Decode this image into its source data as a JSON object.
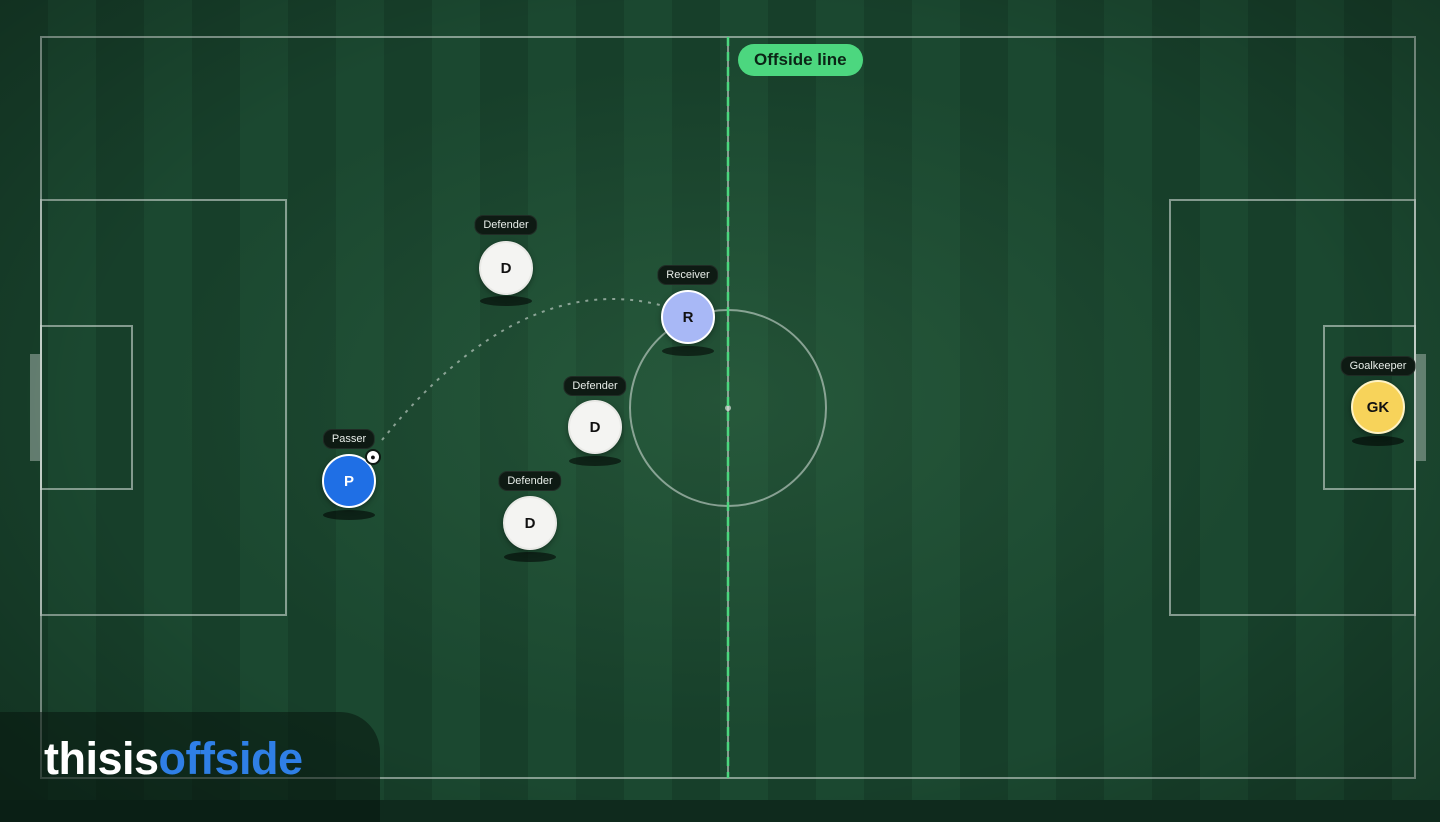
{
  "offside_line": {
    "label": "Offside line",
    "color": "#4cd77f"
  },
  "players": [
    {
      "id": "defender-1",
      "role_label": "Defender",
      "initial": "D",
      "kind": "defender"
    },
    {
      "id": "receiver",
      "role_label": "Receiver",
      "initial": "R",
      "kind": "receiver"
    },
    {
      "id": "defender-2",
      "role_label": "Defender",
      "initial": "D",
      "kind": "defender"
    },
    {
      "id": "passer",
      "role_label": "Passer",
      "initial": "P",
      "kind": "passer",
      "has_ball": true
    },
    {
      "id": "defender-3",
      "role_label": "Defender",
      "initial": "D",
      "kind": "defender"
    },
    {
      "id": "goalkeeper",
      "role_label": "Goalkeeper",
      "initial": "GK",
      "kind": "keeper"
    }
  ],
  "ball_icon": "soccer-ball-icon",
  "logo": {
    "part1": "thisis",
    "part2": "offside"
  },
  "colors": {
    "passer": "#1f6fe5",
    "receiver": "#a8b8f6",
    "defender": "#f4f4f2",
    "goalkeeper": "#f7d35a",
    "logo_accent": "#2f7fe6"
  }
}
